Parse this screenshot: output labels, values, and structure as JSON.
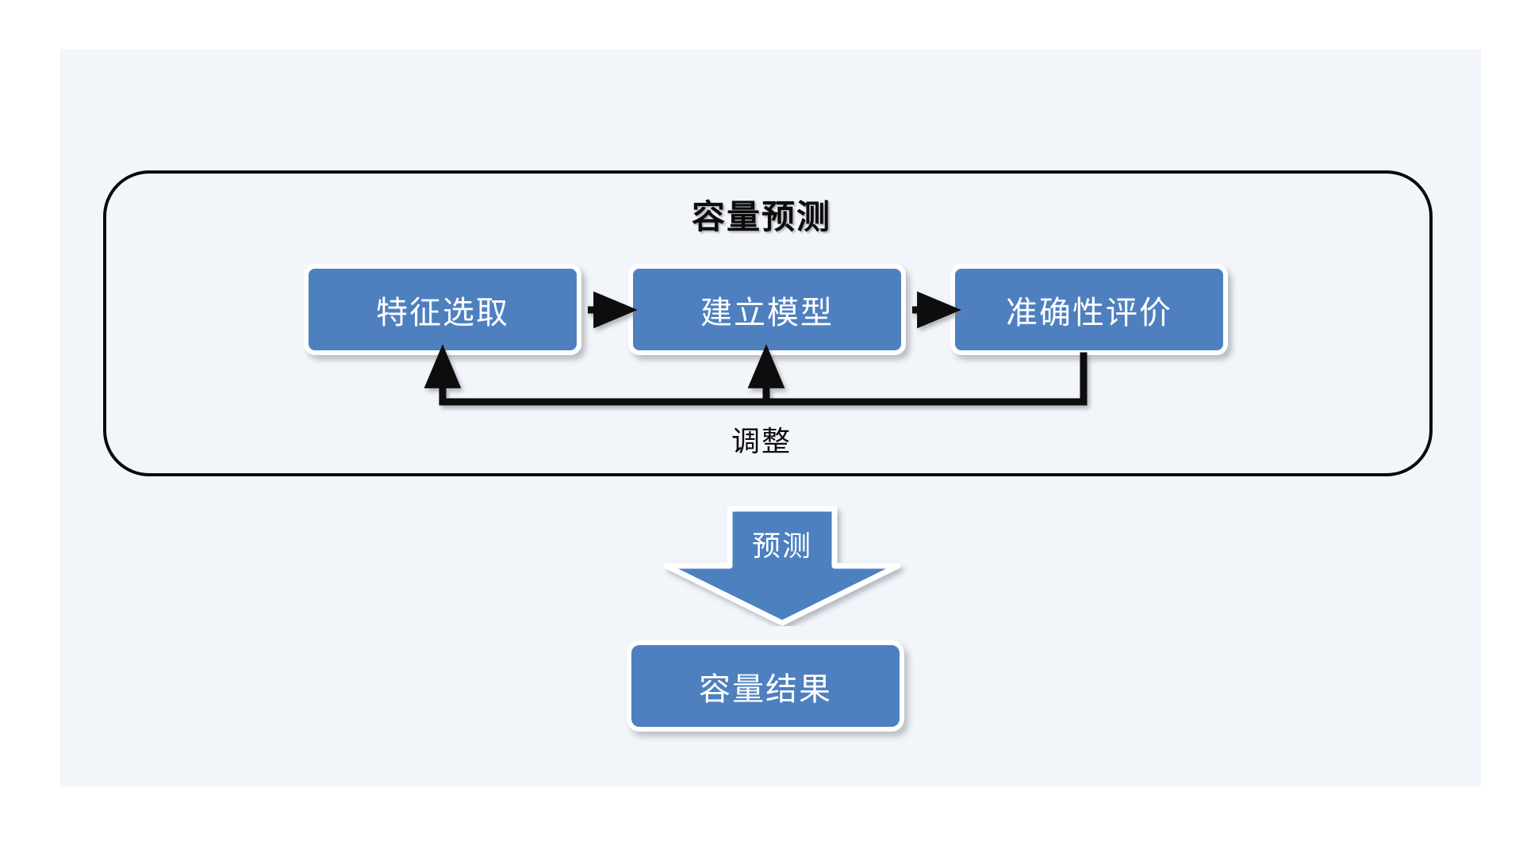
{
  "diagram": {
    "title_visible": false,
    "group": {
      "title": "容量预测",
      "steps": [
        {
          "id": "feature",
          "label": "特征选取"
        },
        {
          "id": "model",
          "label": "建立模型"
        },
        {
          "id": "eval",
          "label": "准确性评价"
        }
      ],
      "feedback_label": "调整"
    },
    "transition": {
      "label": "预测"
    },
    "output": {
      "label": "容量结果"
    },
    "colors": {
      "page_background": "#ffffff",
      "panel_background": "#f2f5fa",
      "box_fill": "#4e80bf",
      "box_border": "#ffffff",
      "stroke": "#0a0a0a",
      "box_text": "#ffffff",
      "label_text": "#0c0c0c"
    }
  }
}
